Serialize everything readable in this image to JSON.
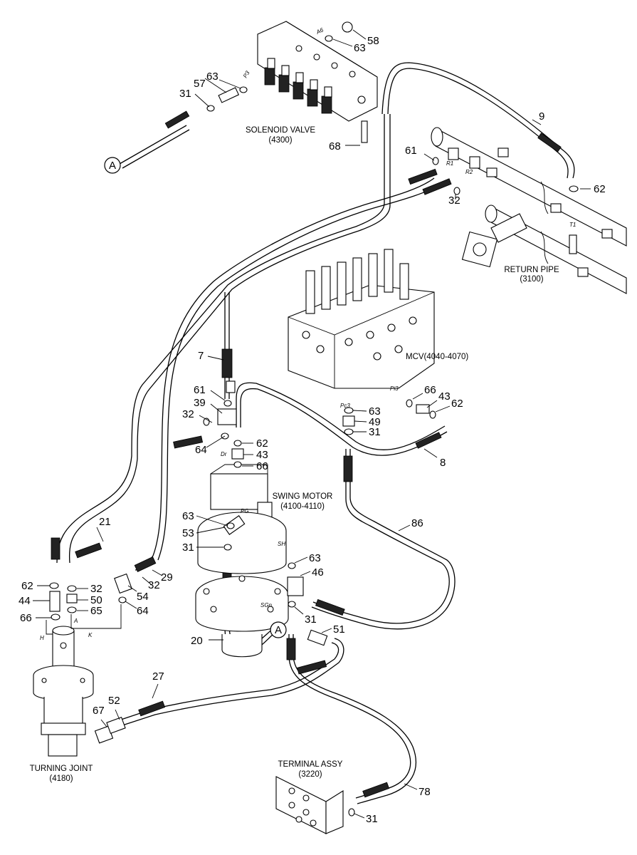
{
  "components": {
    "solenoid_valve": {
      "name": "SOLENOID VALVE",
      "code": "(4300)"
    },
    "return_pipe": {
      "name": "RETURN PIPE",
      "code": "(3100)"
    },
    "mcv": {
      "name": "MCV(4040-4070)"
    },
    "swing_motor": {
      "name": "SWING MOTOR",
      "code": "(4100-4110)"
    },
    "turning_joint": {
      "name": "TURNING JOINT",
      "code": "(4180)"
    },
    "terminal_assy": {
      "name": "TERMINAL ASSY",
      "code": "(3220)"
    }
  },
  "connector": {
    "symbol": "A"
  },
  "ports": {
    "a6": "A6",
    "p3": "P3",
    "r1": "R1",
    "r2": "R2",
    "t1": "T1",
    "pi3": "Pi3",
    "pcj": "Pc3",
    "sh": "SH",
    "sgn": "SGn",
    "pg": "PG",
    "dr": "Dr",
    "h": "H",
    "a": "A",
    "k": "K"
  },
  "parts": {
    "p58": "58",
    "p63a": "63",
    "p63b": "63",
    "p57": "57",
    "p31a": "31",
    "p9": "9",
    "p61a": "61",
    "p62a": "62",
    "p32a": "32",
    "p68": "68",
    "p7": "7",
    "p61b": "61",
    "p39": "39",
    "p32b": "32",
    "p64a": "64",
    "p62b": "62",
    "p43a": "43",
    "p66a": "66",
    "p66b": "66",
    "p43b": "43",
    "p62c": "62",
    "p63c": "63",
    "p49": "49",
    "p31b": "31",
    "p8": "8",
    "p21": "21",
    "p62d": "62",
    "p44": "44",
    "p66c": "66",
    "p32c": "32",
    "p50": "50",
    "p65": "65",
    "p54": "54",
    "p32d": "32",
    "p29": "29",
    "p64b": "64",
    "p63d": "63",
    "p53": "53",
    "p31c": "31",
    "p86": "86",
    "p63e": "63",
    "p46": "46",
    "p31d": "31",
    "p20": "20",
    "p51": "51",
    "p27": "27",
    "p67": "67",
    "p52": "52",
    "p78": "78",
    "p31e": "31"
  }
}
